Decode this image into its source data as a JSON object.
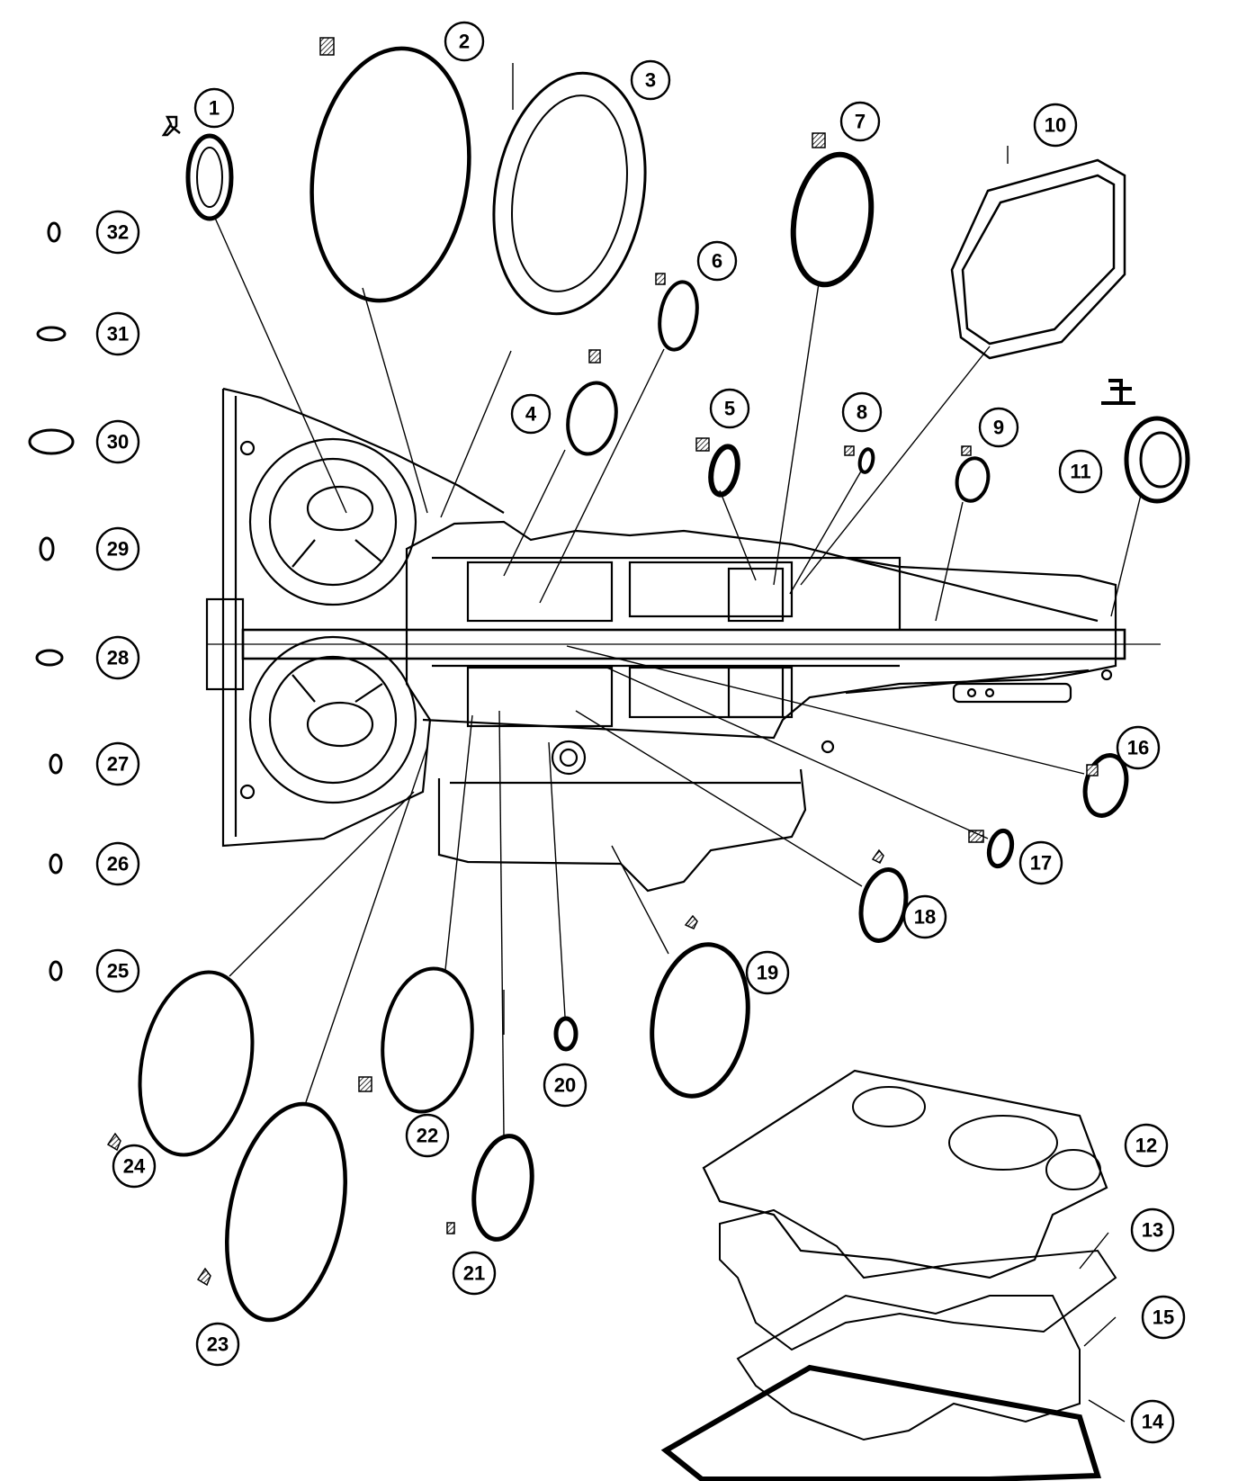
{
  "callouts": {
    "1": "1",
    "2": "2",
    "3": "3",
    "4": "4",
    "5": "5",
    "6": "6",
    "7": "7",
    "8": "8",
    "9": "9",
    "10": "10",
    "11": "11",
    "12": "12",
    "13": "13",
    "14": "14",
    "15": "15",
    "16": "16",
    "17": "17",
    "18": "18",
    "19": "19",
    "20": "20",
    "21": "21",
    "22": "22",
    "23": "23",
    "24": "24",
    "25": "25",
    "26": "26",
    "27": "27",
    "28": "28",
    "29": "29",
    "30": "30",
    "31": "31",
    "32": "32"
  },
  "colors": {
    "ink": "#000000",
    "paper": "#ffffff"
  },
  "icons": {
    "sealant_symbol": "sealant-icon",
    "lubricant_symbol": "lubricant-icon",
    "seal_tool_symbol": "seal-tool-icon"
  }
}
